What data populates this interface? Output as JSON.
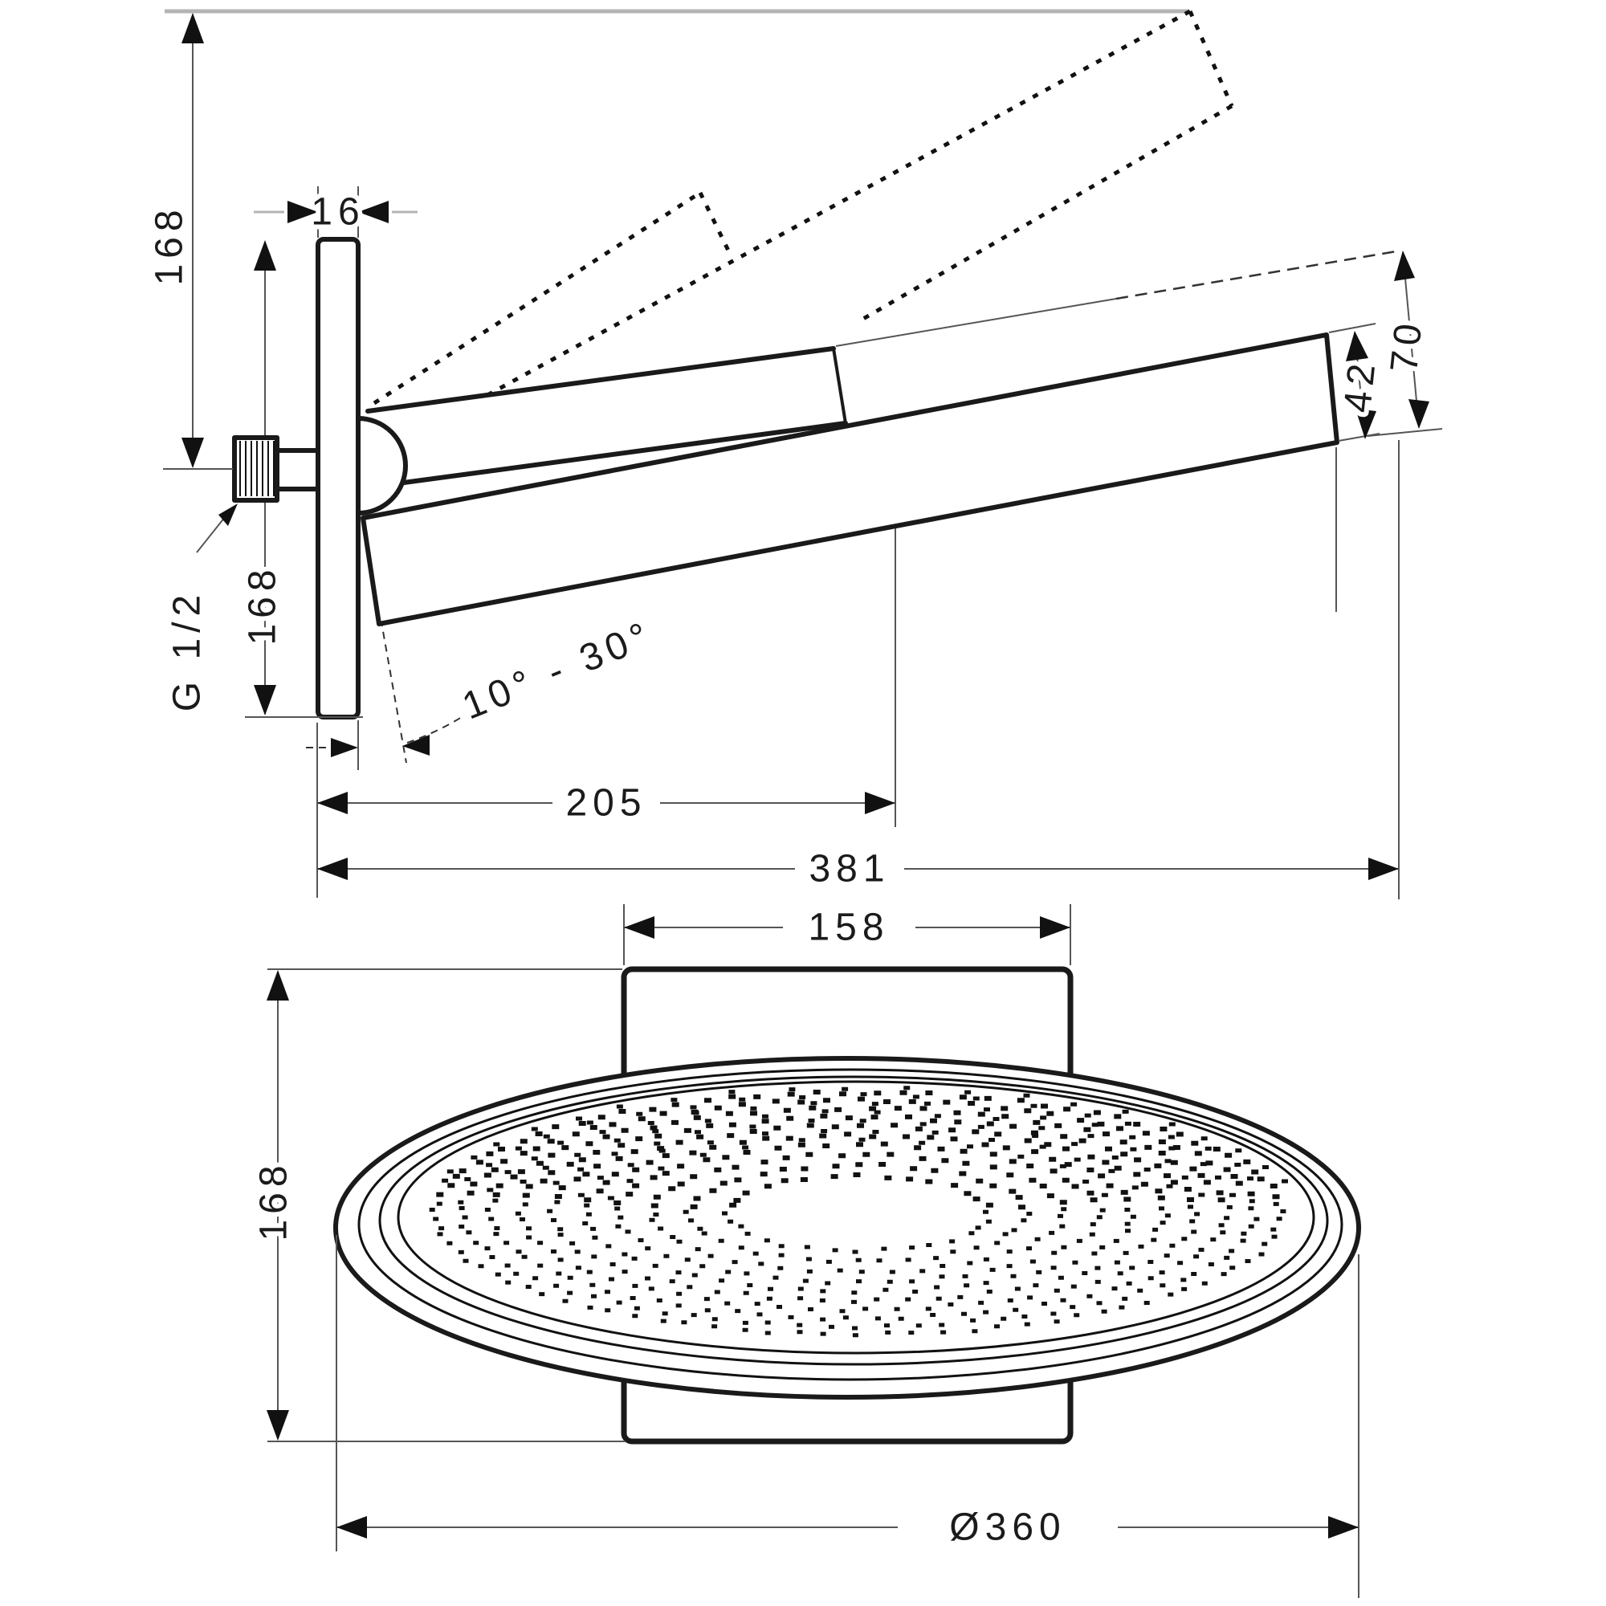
{
  "drawing": {
    "type": "technical-dimension-drawing",
    "subject": "wall-mounted overhead shower with pivoting spray head",
    "style": {
      "line_color": "#1a1a1a",
      "dim_line_color": "#555555",
      "light_line_color": "#b4b4b4",
      "background": "#ffffff"
    },
    "side_view": {
      "dims": {
        "ceiling_to_axis": "168",
        "plate_thickness": "16",
        "thread_size": "G 1/2",
        "plate_height": "168",
        "tilt_angle_range": "10° - 30°",
        "wall_to_arm_end": "205",
        "total_reach": "381",
        "head_rim_thickness": "42",
        "head_end_height": "70"
      }
    },
    "bottom_view": {
      "dims": {
        "bracket_width": "158",
        "bracket_height": "168",
        "head_diameter": "Ø360"
      }
    }
  }
}
